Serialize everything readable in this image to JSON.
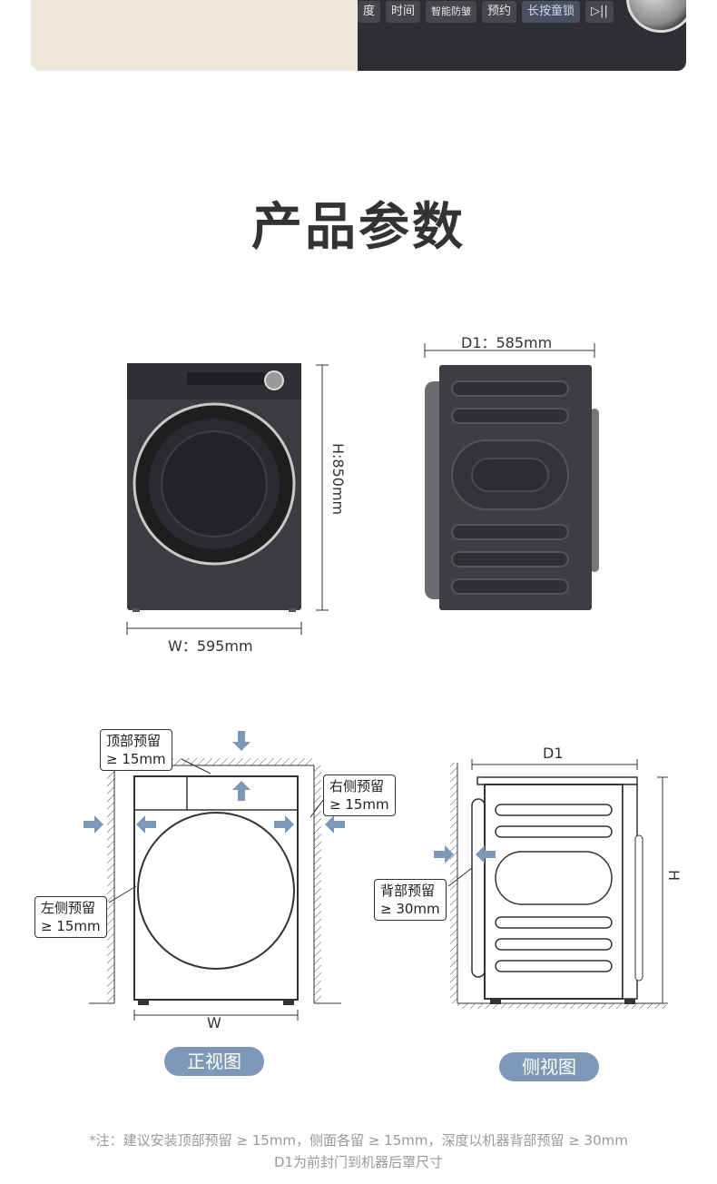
{
  "banner": {
    "controls": [
      {
        "label": "度",
        "style": "plain"
      },
      {
        "label": "时间",
        "style": "plain"
      },
      {
        "label": "智能防皱",
        "style": "sm"
      },
      {
        "label": "预约",
        "style": "plain"
      },
      {
        "label": "长按童锁",
        "style": "hl"
      },
      {
        "label": "▷||",
        "style": "plain"
      }
    ]
  },
  "title": "产品参数",
  "dimensions": {
    "depth": "D1：585mm",
    "height": "H:850mm",
    "width": "W：595mm"
  },
  "front_diagram": {
    "top_clearance": [
      "顶部预留",
      "≥ 15mm"
    ],
    "right_clearance": [
      "右侧预留",
      "≥ 15mm"
    ],
    "left_clearance": [
      "左侧预留",
      "≥ 15mm"
    ],
    "w_label": "W",
    "caption": "正视图"
  },
  "side_diagram": {
    "d1_label": "D1",
    "h_label": "H",
    "back_clearance": [
      "背部预留",
      "≥ 30mm"
    ],
    "caption": "侧视图"
  },
  "note": {
    "line1": "*注：建议安装顶部预留 ≥ 15mm，侧面各留 ≥ 15mm，深度以机器背部预留 ≥ 30mm",
    "line2": "D1为前封门到机器后罩尺寸"
  },
  "colors": {
    "accent": "#7e98b8",
    "machine": "#3a3b3e",
    "banner_light": "#efe9dc",
    "banner_dark": "#2e2f32"
  }
}
